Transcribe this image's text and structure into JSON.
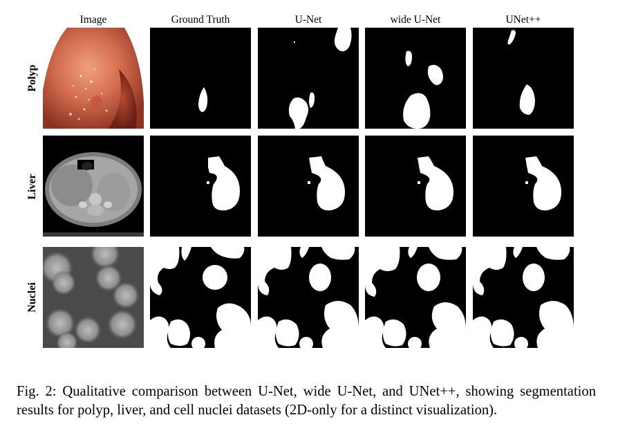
{
  "columns": [
    "Image",
    "Ground Truth",
    "U-Net",
    "wide U-Net",
    "UNet++"
  ],
  "rows": [
    {
      "label": "Polyp"
    },
    {
      "label": "Liver"
    },
    {
      "label": "Nuclei"
    }
  ],
  "caption": "Fig. 2: Qualitative comparison between U-Net, wide U-Net, and UNet++, showing segmentation results for polyp, liver, and cell nuclei datasets (2D-only for a distinct visualization).",
  "colors": {
    "mask_background": "#000000",
    "mask_foreground": "#ffffff"
  }
}
